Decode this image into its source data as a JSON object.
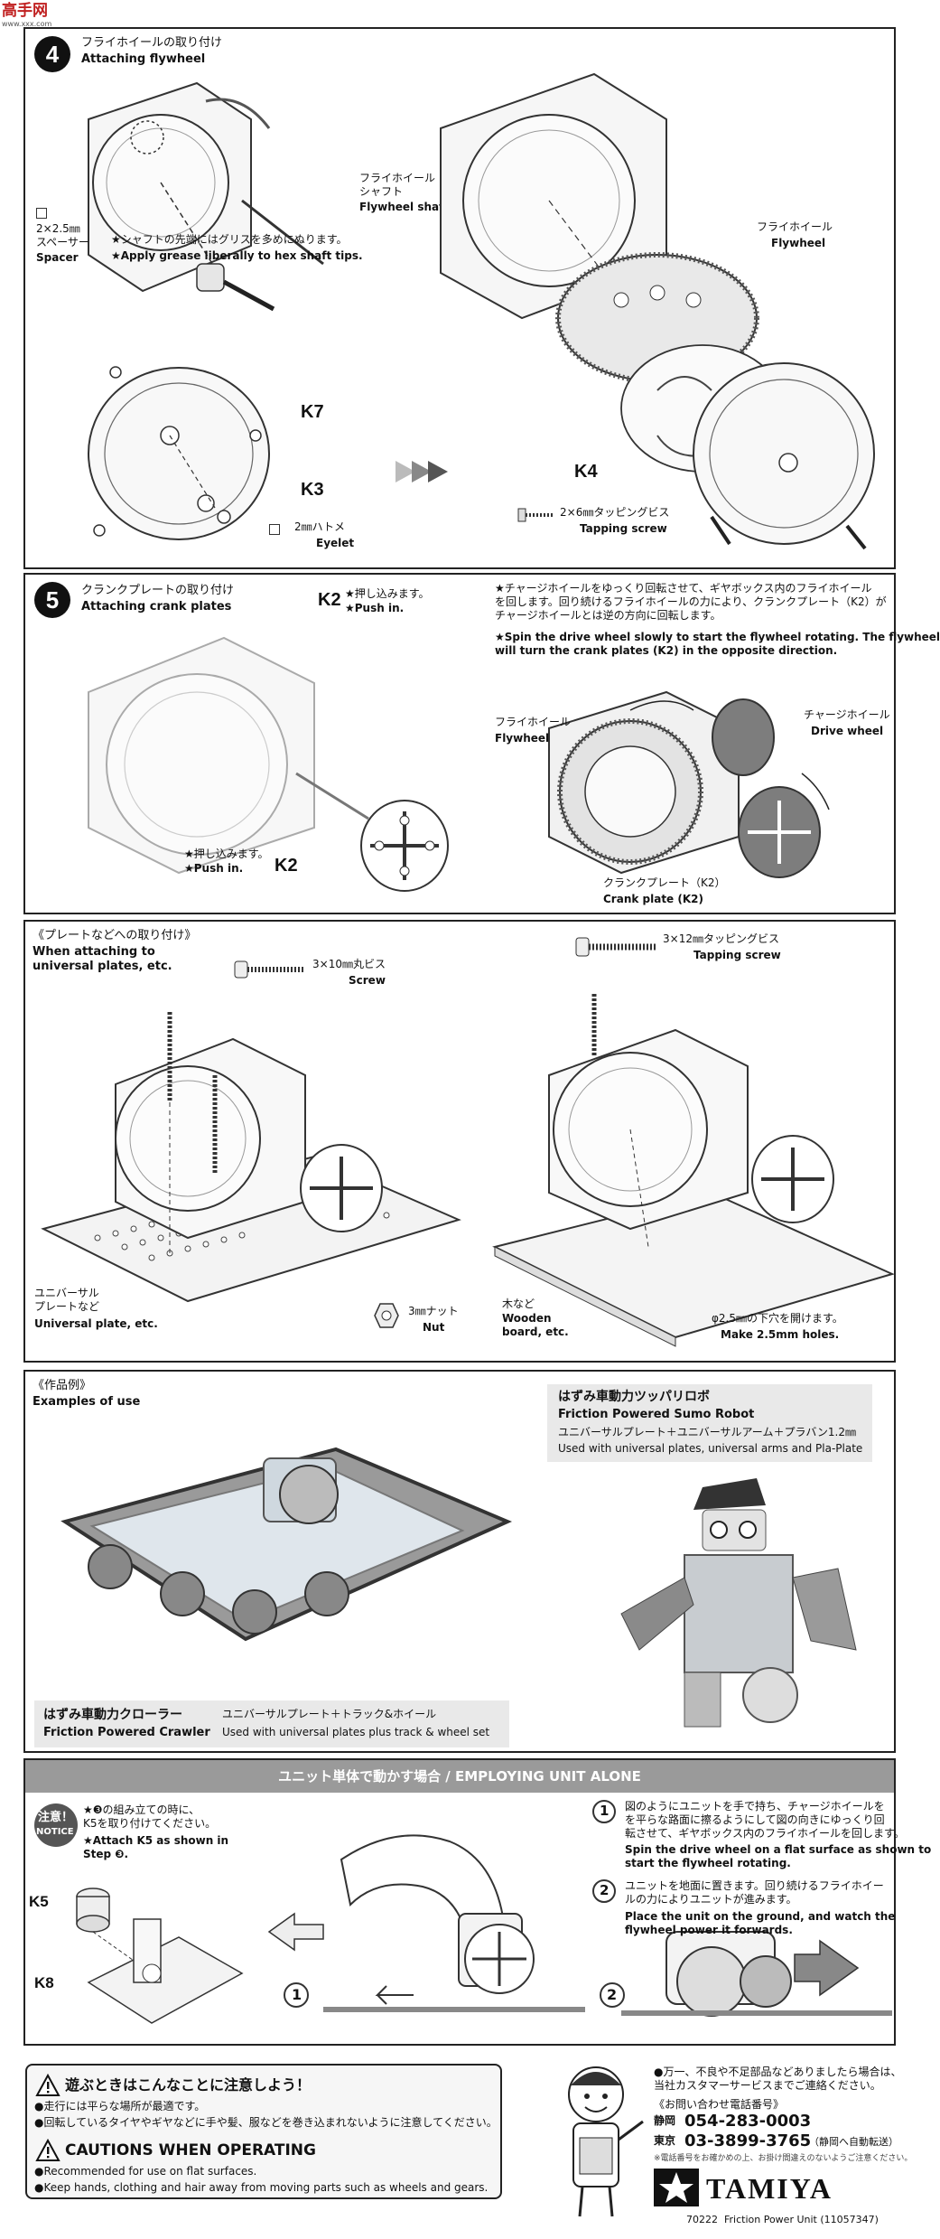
{
  "watermark": {
    "logo": "高手网",
    "site": "www.xxx.com"
  },
  "step4": {
    "number": "4",
    "title_jp": "フライホイールの取り付け",
    "title_en": "Attaching flywheel",
    "spacer_jp": "2×2.5㎜\nスペーサー",
    "spacer_en": "Spacer",
    "grease_jp": "★シャフトの先端にはグリスを多めにぬります。",
    "grease_en": "★Apply grease liberally to hex shaft tips.",
    "shaft_jp": "フライホイール\nシャフト",
    "shaft_en": "Flywheel shaft",
    "k7": "K7",
    "k3": "K3",
    "eyelet_jp": "2㎜ハトメ",
    "eyelet_en": "Eyelet",
    "flywheel_jp": "フライホイール",
    "flywheel_en": "Flywheel",
    "k4": "K4",
    "screw_jp": "2×6㎜タッピングビス",
    "screw_en": "Tapping screw"
  },
  "step5": {
    "number": "5",
    "title_jp": "クランクプレートの取り付け",
    "title_en": "Attaching crank plates",
    "k2_top": "K2",
    "push_jp": "★押し込みます。",
    "push_en": "★Push in.",
    "push2_jp": "★押し込みます。",
    "push2_en": "★Push in.",
    "k2_bottom": "K2",
    "note_jp": "★チャージホイールをゆっくり回転させて、ギヤボックス内のフライホイール\nを回します。回り続けるフライホイールの力により、クランクプレート（K2）が\nチャージホイールとは逆の方向に回転します。",
    "note_en": "★Spin the drive wheel slowly to start the flywheel rotating. The flywheel\nwill turn the crank plates (K2) in the opposite direction.",
    "flywheel_jp": "フライホイール",
    "flywheel_en": "Flywheel",
    "drive_jp": "チャージホイール",
    "drive_en": "Drive wheel",
    "crank_jp": "クランクプレート（K2）",
    "crank_en": "Crank plate (K2)"
  },
  "plates": {
    "title_jp": "《プレートなどへの取り付け》",
    "title_en": "When attaching to\nuniversal plates, etc.",
    "screw10_jp": "3×10㎜丸ビス",
    "screw10_en": "Screw",
    "universal_jp": "ユニバーサル\nプレートなど",
    "universal_en": "Universal plate, etc.",
    "nut_jp": "3㎜ナット",
    "nut_en": "Nut",
    "tap12_jp": "3×12㎜タッピングビス",
    "tap12_en": "Tapping screw",
    "wood_jp": "木など",
    "wood_en": "Wooden\nboard, etc.",
    "hole_jp": "φ2.5㎜の下穴を開けます。",
    "hole_en": "Make 2.5mm holes."
  },
  "examples": {
    "title_jp": "《作品例》",
    "title_en": "Examples of use",
    "sumo_jp": "はずみ車動力ツッパリロボ",
    "sumo_en": "Friction Powered Sumo Robot",
    "sumo_parts_jp": "ユニバーサルプレート＋ユニバーサルアーム＋プラバン1.2㎜",
    "sumo_parts_en": "Used with universal plates, universal arms and Pla-Plate",
    "crawler_jp": "はずみ車動力クローラー",
    "crawler_en": "Friction Powered Crawler",
    "crawler_parts_jp": "ユニバーサルプレート＋トラック&ホイール",
    "crawler_parts_en": "Used with universal plates plus track & wheel set"
  },
  "alone": {
    "header": "ユニット単体で動かす場合 / EMPLOYING UNIT ALONE",
    "notice_jp": "注意！",
    "notice_en": "NOTICE",
    "notice_text_jp": "★❸の組み立ての時に、\nK5を取り付けてください。",
    "notice_text_en": "★Attach K5 as shown in\nStep ❸.",
    "k5": "K5",
    "k8": "K8",
    "fig1": "1",
    "fig2": "2",
    "step1_num": "1",
    "step1_jp": "図のようにユニットを手で持ち、チャージホイールを\nを平らな路面に擦るようにして図の向きにゆっくり回\n転させて、ギヤボックス内のフライホイールを回します。",
    "step1_en": "Spin the drive wheel on a flat surface as shown to\nstart the flywheel rotating.",
    "step2_num": "2",
    "step2_jp": "ユニットを地面に置きます。回り続けるフライホイー\nルの力によりユニットが進みます。",
    "step2_en": "Place the unit on the ground, and watch the\nflywheel power it forwards."
  },
  "cautions": {
    "title_jp": "遊ぶときはこんなことに注意しよう！",
    "line1_jp": "●走行には平らな場所が最適です。",
    "line2_jp": "●回転しているタイヤやギヤなどに手や髪、服などを巻き込まれないように注意してください。",
    "title_en": "CAUTIONS WHEN OPERATING",
    "line1_en": "●Recommended for use on flat surfaces.",
    "line2_en": "●Keep hands, clothing and hair away from moving parts such as wheels and gears."
  },
  "service": {
    "intro_jp": "●万一、不良や不足部品などありましたら場合は、\n当社カスタマーサービスまでご連絡ください。",
    "contact_title": "《お問い合わせ電話番号》",
    "shizuoka_label": "静岡",
    "shizuoka_phone": "054-283-0003",
    "tokyo_label": "東京",
    "tokyo_phone": "03-3899-3765",
    "tokyo_note": "（静岡へ自動転送）",
    "fine_print": "※電話番号をお確かめの上、お掛け間違えのないようご注意ください。",
    "brand": "TAMIYA",
    "item_code": "70222  Friction Power Unit (11057347)"
  }
}
